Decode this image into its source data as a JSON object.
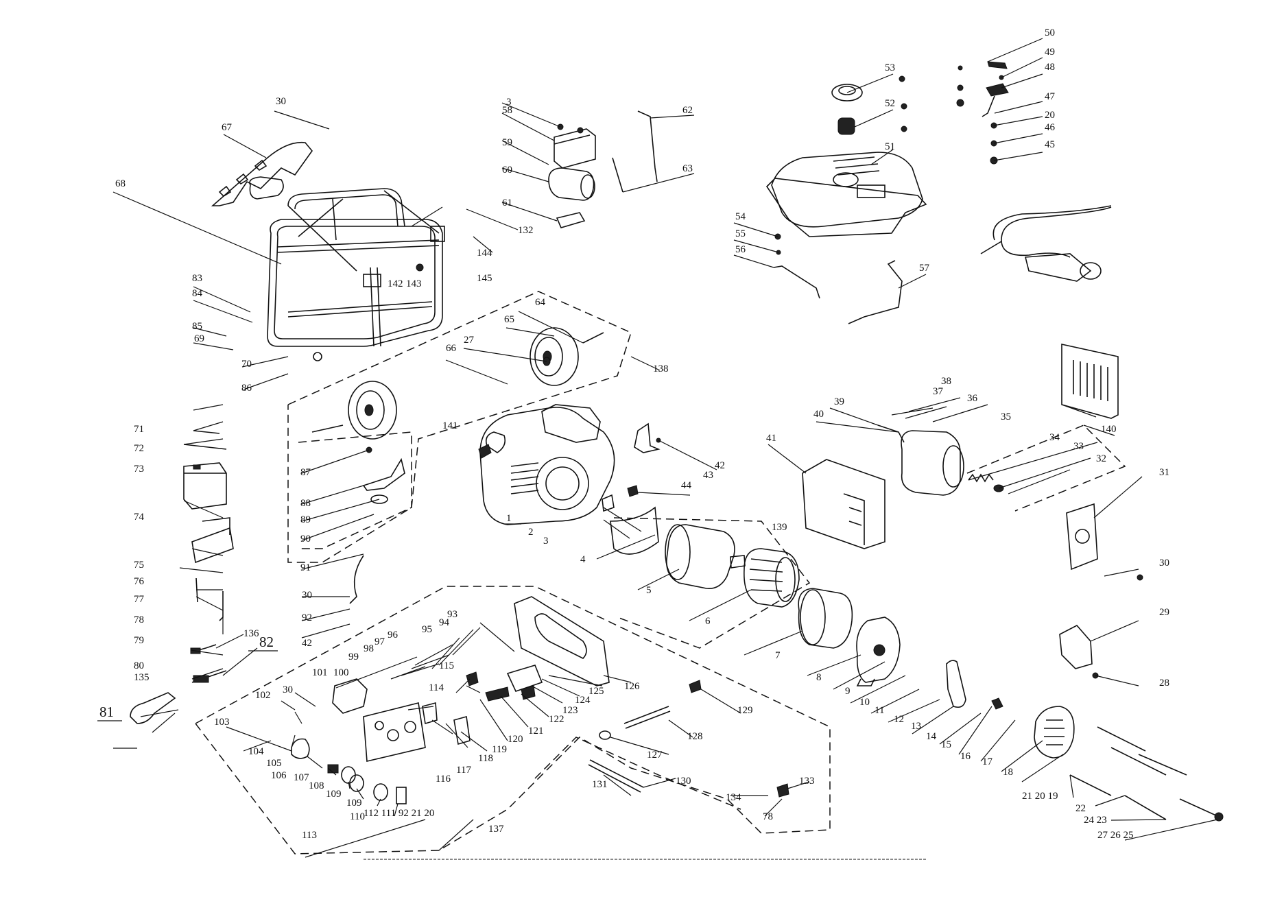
{
  "diagram": {
    "labels": [
      {
        "id": "l1",
        "text": "1"
      },
      {
        "id": "l2",
        "text": "2"
      },
      {
        "id": "l3a",
        "text": "3"
      },
      {
        "id": "l3b",
        "text": "3"
      },
      {
        "id": "l4",
        "text": "4"
      },
      {
        "id": "l5",
        "text": "5"
      },
      {
        "id": "l6",
        "text": "6"
      },
      {
        "id": "l7",
        "text": "7"
      },
      {
        "id": "l8",
        "text": "8"
      },
      {
        "id": "l9",
        "text": "9"
      },
      {
        "id": "l10",
        "text": "10"
      },
      {
        "id": "l11",
        "text": "11"
      },
      {
        "id": "l12",
        "text": "12"
      },
      {
        "id": "l13",
        "text": "13"
      },
      {
        "id": "l14",
        "text": "14"
      },
      {
        "id": "l15",
        "text": "15"
      },
      {
        "id": "l16",
        "text": "16"
      },
      {
        "id": "l17",
        "text": "17"
      },
      {
        "id": "l18",
        "text": "18"
      },
      {
        "id": "l19g",
        "text": "21  20  19"
      },
      {
        "id": "l22g",
        "text": "22"
      },
      {
        "id": "l24g",
        "text": "24  23"
      },
      {
        "id": "l27g",
        "text": "27  26  25"
      },
      {
        "id": "l20a",
        "text": "20"
      },
      {
        "id": "l28",
        "text": "28"
      },
      {
        "id": "l29",
        "text": "29"
      },
      {
        "id": "l30a",
        "text": "30"
      },
      {
        "id": "l30b",
        "text": "30"
      },
      {
        "id": "l30c",
        "text": "30"
      },
      {
        "id": "l30d",
        "text": "30"
      },
      {
        "id": "l31",
        "text": "31"
      },
      {
        "id": "l32",
        "text": "32"
      },
      {
        "id": "l33",
        "text": "33"
      },
      {
        "id": "l34",
        "text": "34"
      },
      {
        "id": "l35",
        "text": "35"
      },
      {
        "id": "l36",
        "text": "36"
      },
      {
        "id": "l37",
        "text": "37"
      },
      {
        "id": "l38",
        "text": "38"
      },
      {
        "id": "l39",
        "text": "39"
      },
      {
        "id": "l40",
        "text": "40"
      },
      {
        "id": "l41",
        "text": "41"
      },
      {
        "id": "l42a",
        "text": "42"
      },
      {
        "id": "l42b",
        "text": "42"
      },
      {
        "id": "l43",
        "text": "43"
      },
      {
        "id": "l44",
        "text": "44"
      },
      {
        "id": "l45",
        "text": "45"
      },
      {
        "id": "l46",
        "text": "46"
      },
      {
        "id": "l47",
        "text": "47"
      },
      {
        "id": "l48",
        "text": "48"
      },
      {
        "id": "l49",
        "text": "49"
      },
      {
        "id": "l50",
        "text": "50"
      },
      {
        "id": "l51",
        "text": "51"
      },
      {
        "id": "l52",
        "text": "52"
      },
      {
        "id": "l53",
        "text": "53"
      },
      {
        "id": "l54",
        "text": "54"
      },
      {
        "id": "l55",
        "text": "55"
      },
      {
        "id": "l56",
        "text": "56"
      },
      {
        "id": "l57",
        "text": "57"
      },
      {
        "id": "l58",
        "text": "58"
      },
      {
        "id": "l59",
        "text": "59"
      },
      {
        "id": "l60",
        "text": "60"
      },
      {
        "id": "l61",
        "text": "61"
      },
      {
        "id": "l62",
        "text": "62"
      },
      {
        "id": "l63",
        "text": "63"
      },
      {
        "id": "l64",
        "text": "64"
      },
      {
        "id": "l65",
        "text": "65"
      },
      {
        "id": "l66",
        "text": "66"
      },
      {
        "id": "l27",
        "text": "27"
      },
      {
        "id": "l67",
        "text": "67"
      },
      {
        "id": "l68",
        "text": "68"
      },
      {
        "id": "l69",
        "text": "69"
      },
      {
        "id": "l70",
        "text": "70"
      },
      {
        "id": "l71",
        "text": "71"
      },
      {
        "id": "l72",
        "text": "72"
      },
      {
        "id": "l73",
        "text": "73"
      },
      {
        "id": "l74",
        "text": "74"
      },
      {
        "id": "l75",
        "text": "75"
      },
      {
        "id": "l76",
        "text": "76"
      },
      {
        "id": "l77",
        "text": "77"
      },
      {
        "id": "l78a",
        "text": "78"
      },
      {
        "id": "l78b",
        "text": "78"
      },
      {
        "id": "l79",
        "text": "79"
      },
      {
        "id": "l80",
        "text": "80"
      },
      {
        "id": "l81",
        "text": "81"
      },
      {
        "id": "l82",
        "text": "82"
      },
      {
        "id": "l83",
        "text": "83"
      },
      {
        "id": "l84",
        "text": "84"
      },
      {
        "id": "l85",
        "text": "85"
      },
      {
        "id": "l86",
        "text": "86"
      },
      {
        "id": "l87",
        "text": "87"
      },
      {
        "id": "l88",
        "text": "88"
      },
      {
        "id": "l89",
        "text": "89"
      },
      {
        "id": "l90",
        "text": "90"
      },
      {
        "id": "l91",
        "text": "91"
      },
      {
        "id": "l92",
        "text": "92"
      },
      {
        "id": "l93",
        "text": "93"
      },
      {
        "id": "l94",
        "text": "94"
      },
      {
        "id": "l95",
        "text": "95"
      },
      {
        "id": "l96",
        "text": "96"
      },
      {
        "id": "l97",
        "text": "97"
      },
      {
        "id": "l98",
        "text": "98"
      },
      {
        "id": "l99",
        "text": "99"
      },
      {
        "id": "l100",
        "text": "100"
      },
      {
        "id": "l101",
        "text": "101"
      },
      {
        "id": "l102",
        "text": "102"
      },
      {
        "id": "l103",
        "text": "103"
      },
      {
        "id": "l104",
        "text": "104"
      },
      {
        "id": "l105",
        "text": "105"
      },
      {
        "id": "l106",
        "text": "106"
      },
      {
        "id": "l107",
        "text": "107"
      },
      {
        "id": "l108",
        "text": "108"
      },
      {
        "id": "l109a",
        "text": "109"
      },
      {
        "id": "l109b",
        "text": "109"
      },
      {
        "id": "l110",
        "text": "110"
      },
      {
        "id": "l112g",
        "text": "112 111  92   21   20"
      },
      {
        "id": "l113",
        "text": "113"
      },
      {
        "id": "l114",
        "text": "114"
      },
      {
        "id": "l115",
        "text": "115"
      },
      {
        "id": "l116",
        "text": "116"
      },
      {
        "id": "l117",
        "text": "117"
      },
      {
        "id": "l118",
        "text": "118"
      },
      {
        "id": "l119",
        "text": "119"
      },
      {
        "id": "l120",
        "text": "120"
      },
      {
        "id": "l121",
        "text": "121"
      },
      {
        "id": "l122",
        "text": "122"
      },
      {
        "id": "l123",
        "text": "123"
      },
      {
        "id": "l124",
        "text": "124"
      },
      {
        "id": "l125",
        "text": "125"
      },
      {
        "id": "l126",
        "text": "126"
      },
      {
        "id": "l127",
        "text": "127"
      },
      {
        "id": "l128",
        "text": "128"
      },
      {
        "id": "l129",
        "text": "129"
      },
      {
        "id": "l130",
        "text": "130"
      },
      {
        "id": "l131",
        "text": "131"
      },
      {
        "id": "l132",
        "text": "132"
      },
      {
        "id": "l133",
        "text": "133"
      },
      {
        "id": "l134",
        "text": "134"
      },
      {
        "id": "l135",
        "text": "135"
      },
      {
        "id": "l136",
        "text": "136"
      },
      {
        "id": "l137",
        "text": "137"
      },
      {
        "id": "l138",
        "text": "138"
      },
      {
        "id": "l139",
        "text": "139"
      },
      {
        "id": "l140",
        "text": "140"
      },
      {
        "id": "l141",
        "text": "141"
      },
      {
        "id": "l142",
        "text": "142"
      },
      {
        "id": "l143",
        "text": "143"
      },
      {
        "id": "l144",
        "text": "144"
      },
      {
        "id": "l145",
        "text": "145"
      }
    ]
  }
}
